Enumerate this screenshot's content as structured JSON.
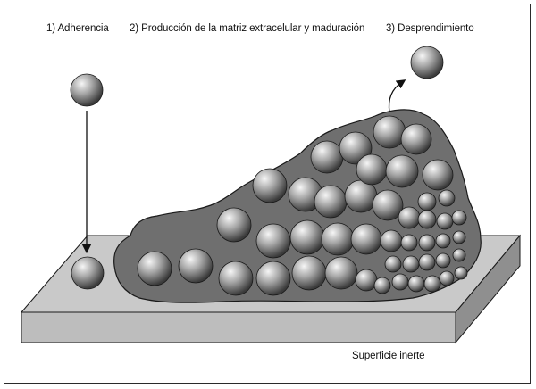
{
  "labels": {
    "stage1": "1) Adherencia",
    "stage2": "2) Producción de la matriz extracelular y maduración",
    "stage3": "3) Desprendimiento",
    "surface": "Superficie inerte"
  },
  "colors": {
    "slab_top": "#c9c9c9",
    "slab_front": "#bdbdbd",
    "slab_side": "#8f8f8f",
    "matrix": "#6f6f6f",
    "outline": "#1a1a1a",
    "sphere_highlight": "#f6f6f6",
    "sphere_shadow": "#3a3a3a"
  }
}
